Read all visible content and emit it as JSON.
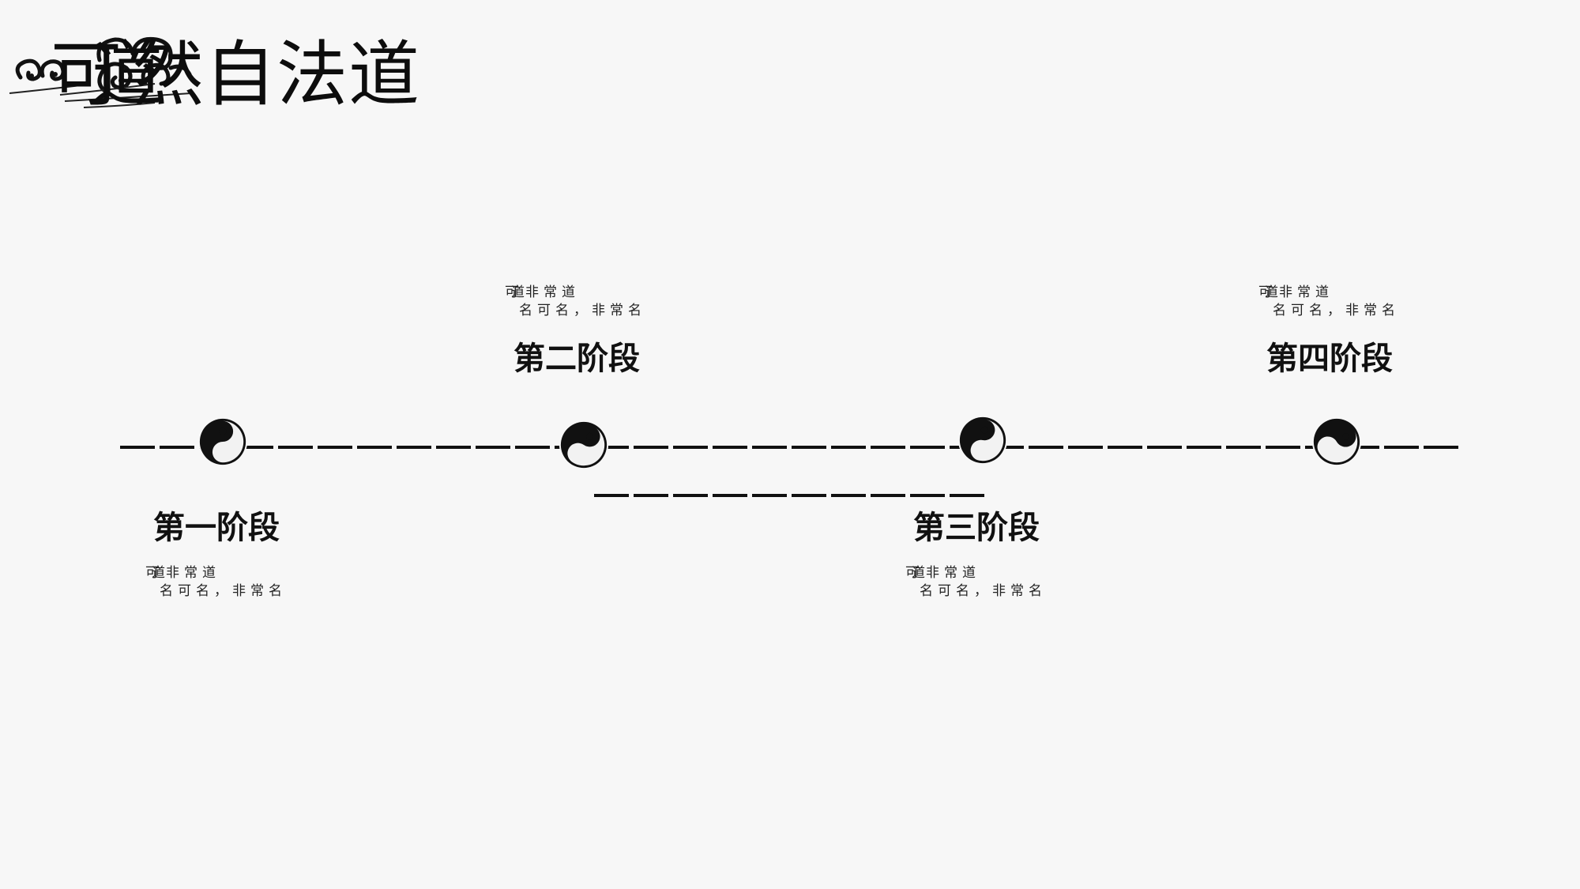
{
  "header": {
    "title_overlap": "可道",
    "title": "然自法道"
  },
  "stages": [
    {
      "name": "第一阶段",
      "desc_overlap": "可道",
      "desc_line1": "非常道",
      "desc_line2": "名可名，非常名"
    },
    {
      "name": "第二阶段",
      "desc_overlap": "可道",
      "desc_line1": "非常道",
      "desc_line2": "名可名，非常名"
    },
    {
      "name": "第三阶段",
      "desc_overlap": "可道",
      "desc_line1": "非常道",
      "desc_line2": "名可名，非常名"
    },
    {
      "name": "第四阶段",
      "desc_overlap": "可道",
      "desc_line1": "非常道",
      "desc_line2": "名可名，非常名"
    }
  ],
  "icons": {
    "stage_marker": "yin-yang-icon",
    "title_decoration": "auspicious-cloud-icon"
  },
  "colors": {
    "background": "#f7f7f7",
    "ink": "#111111"
  }
}
